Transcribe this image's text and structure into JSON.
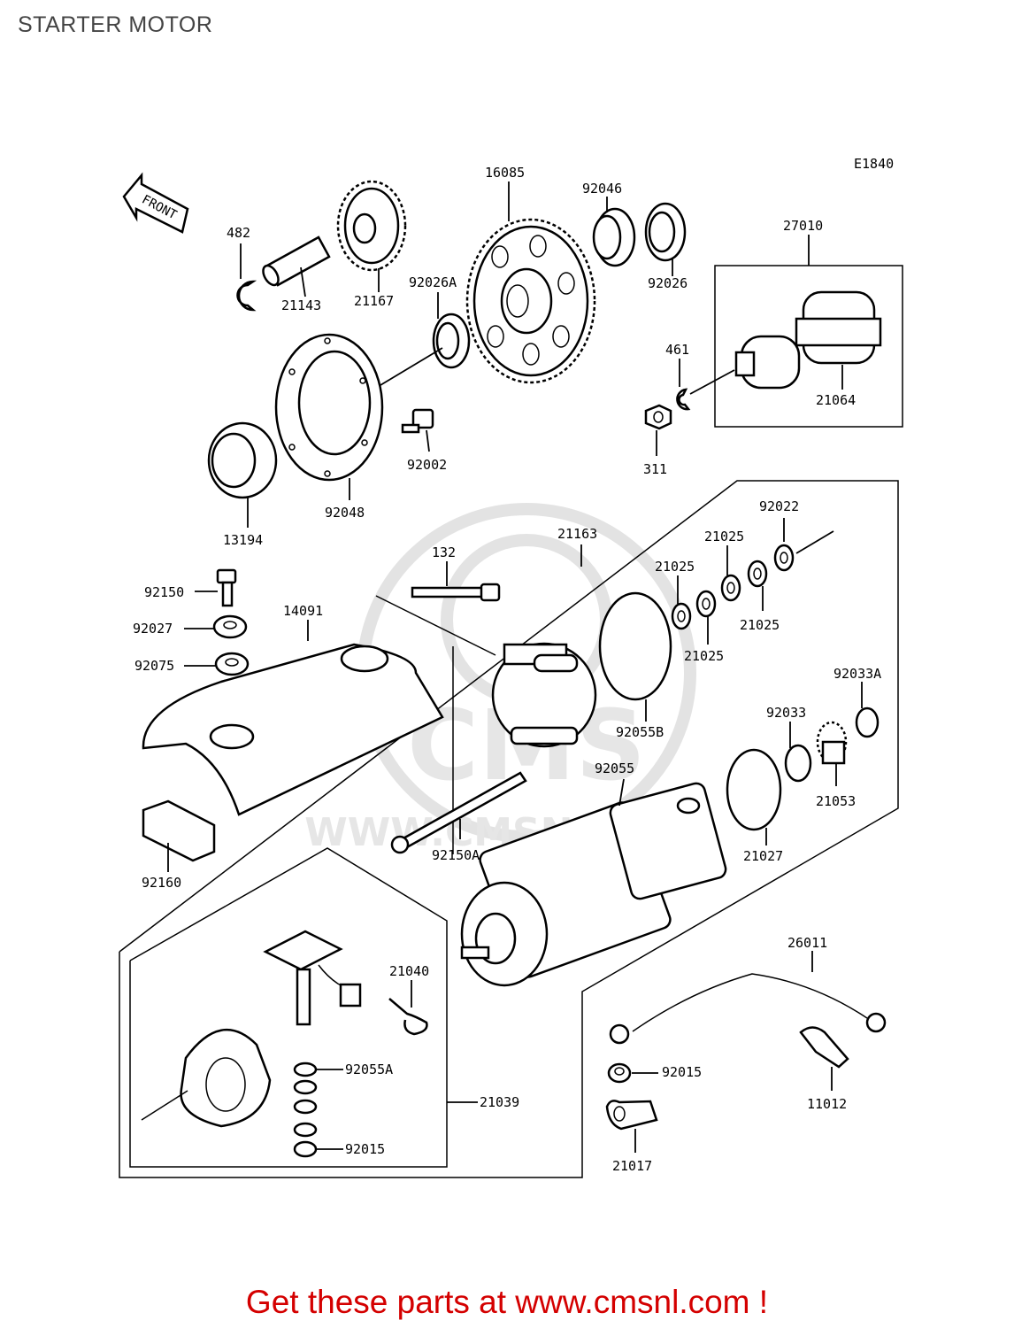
{
  "page": {
    "title": "STARTER MOTOR",
    "diagram_code": "E1840",
    "front_label": "FRONT",
    "watermark_text": "WWW.CMSNL.COM",
    "watermark_logo": "CMS",
    "promo_text": "Get these parts at www.cmsnl.com !",
    "promo_color": "#d40000"
  },
  "callouts": {
    "p482": "482",
    "p21143": "21143",
    "p21167": "21167",
    "p16085": "16085",
    "p92046": "92046",
    "p92026": "92026",
    "p92026A": "92026A",
    "p27010": "27010",
    "p461": "461",
    "p21064": "21064",
    "p311": "311",
    "p92002": "92002",
    "p92048": "92048",
    "p13194": "13194",
    "p21163": "21163",
    "p92022": "92022",
    "p21025a": "21025",
    "p21025b": "21025",
    "p21025c": "21025",
    "p21025d": "21025",
    "p132": "132",
    "p92150": "92150",
    "p14091": "14091",
    "p92027": "92027",
    "p92075": "92075",
    "p92033A": "92033A",
    "p92033": "92033",
    "p92055B": "92055B",
    "p21053": "21053",
    "p92055": "92055",
    "p21027": "21027",
    "p92150A": "92150A",
    "p92160": "92160",
    "p26011": "26011",
    "p21040": "21040",
    "p92055A": "92055A",
    "p92015a": "92015",
    "p21039": "21039",
    "p92015b": "92015",
    "p11012": "11012",
    "p21017": "21017"
  }
}
